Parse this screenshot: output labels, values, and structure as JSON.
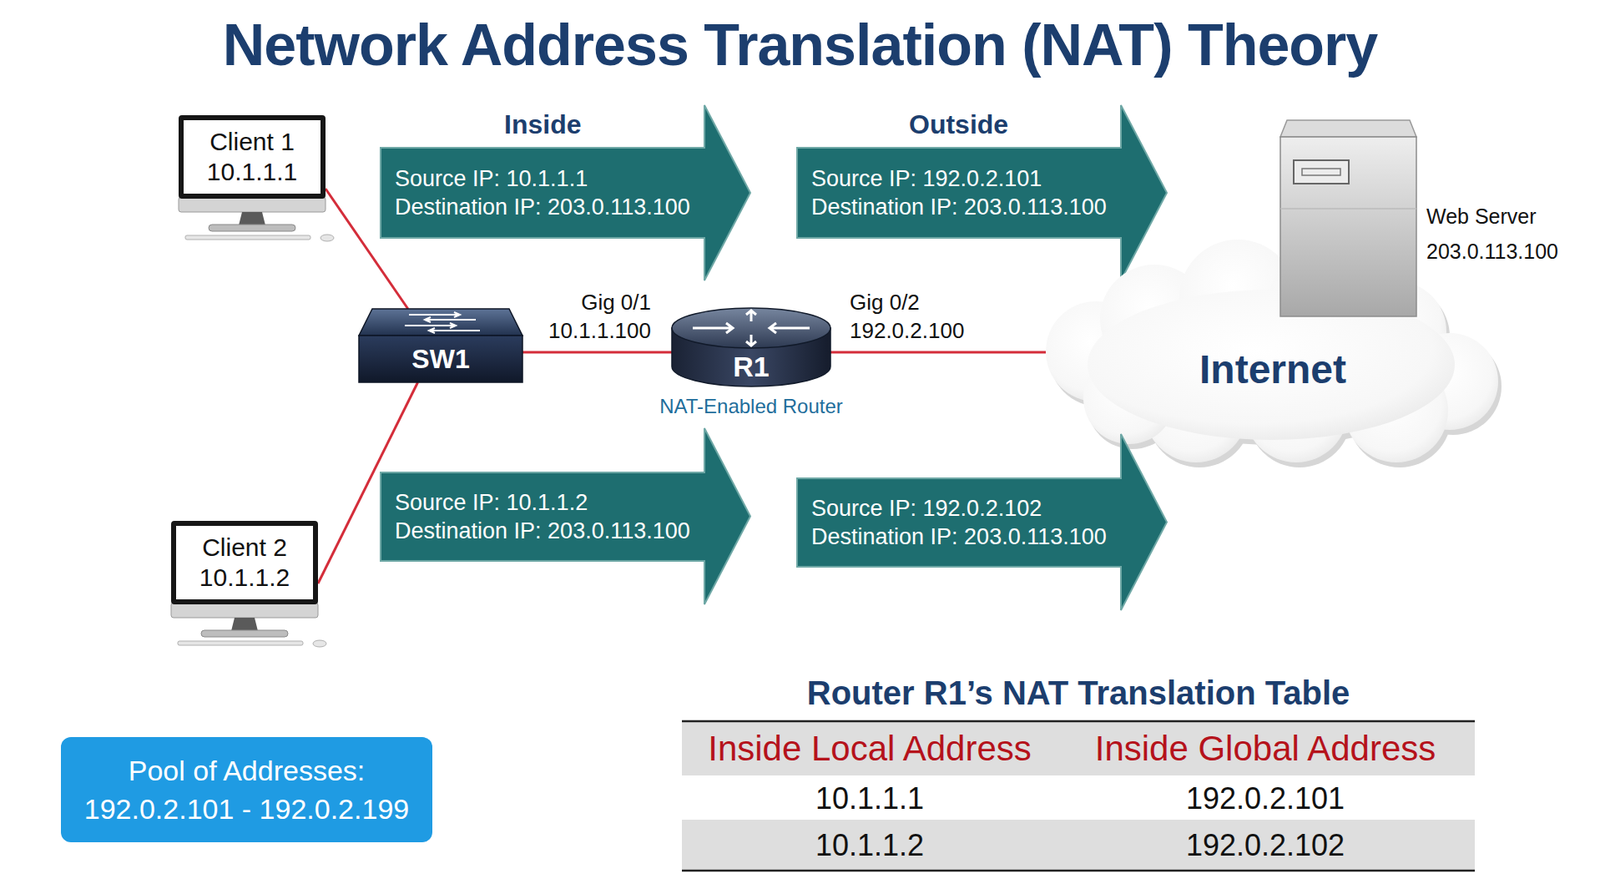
{
  "diagram": {
    "title": "Network Address Translation (NAT) Theory",
    "nodes": [
      {
        "text": [
          "Client 1",
          "10.1.1.1"
        ]
      },
      {
        "text": [
          "Inside",
          "Source IP: 10.1.1.1",
          "Destination IP: 203.0.113.100"
        ]
      },
      {
        "text": [
          "Outside",
          "Source IP: 192.0.2.101",
          "Destination IP: 203.0.113.100"
        ]
      },
      {
        "text": [
          "Web Server",
          "203.0.113.100"
        ]
      },
      {
        "text": [
          "SW1"
        ]
      },
      {
        "text": [
          "R1",
          "NAT-Enabled Router"
        ]
      },
      {
        "text": [
          "Internet"
        ]
      },
      {
        "text": [
          "Client 2",
          "10.1.1.2"
        ]
      },
      {
        "text": [
          "Source IP: 10.1.1.2",
          "Destination IP: 203.0.113.100"
        ]
      },
      {
        "text": [
          "Source IP: 192.0.2.102",
          "Destination IP: 203.0.113.100"
        ]
      },
      {
        "text": [
          "Pool of Addresses:",
          "192.0.2.101 - 192.0.2.199"
        ]
      }
    ],
    "edges": [
      {
        "from": 0,
        "to": 4,
        "arrow": "none"
      },
      {
        "from": 4,
        "to": 5,
        "arrow": "none"
      },
      {
        "from": 5,
        "to": 6,
        "arrow": "none"
      },
      {
        "from": 7,
        "to": 4,
        "arrow": "none"
      }
    ],
    "labels": [
      "Gig 0/1",
      "10.1.1.100",
      "Gig 0/2",
      "192.0.2.100",
      "Router R1’s NAT Translation Table",
      "Inside Local Address",
      "Inside Global Address",
      "10.1.1.1",
      "192.0.2.101",
      "10.1.1.2",
      "192.0.2.102"
    ]
  }
}
